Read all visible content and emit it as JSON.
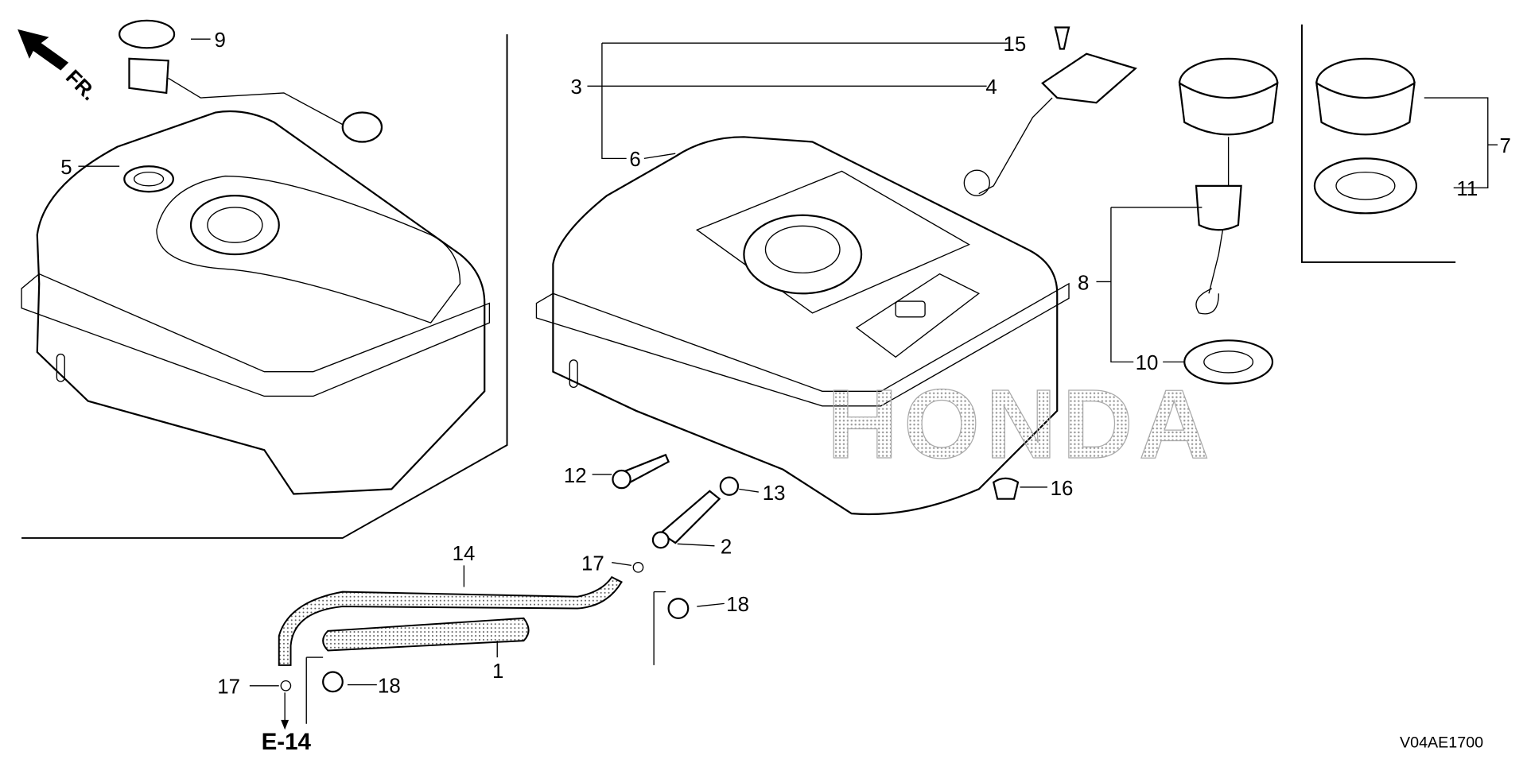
{
  "diagram": {
    "front_indicator": "FR.",
    "watermark": "HONDA",
    "reference_link": "E-14",
    "diagram_code": "V04AE1700",
    "callouts": {
      "c1": "1",
      "c2": "2",
      "c3": "3",
      "c4": "4",
      "c5": "5",
      "c6": "6",
      "c7": "7",
      "c8": "8",
      "c9": "9",
      "c10": "10",
      "c11": "11",
      "c12": "12",
      "c13": "13",
      "c14": "14",
      "c15": "15",
      "c16": "16",
      "c17a": "17",
      "c17b": "17",
      "c18a": "18",
      "c18b": "18"
    }
  }
}
